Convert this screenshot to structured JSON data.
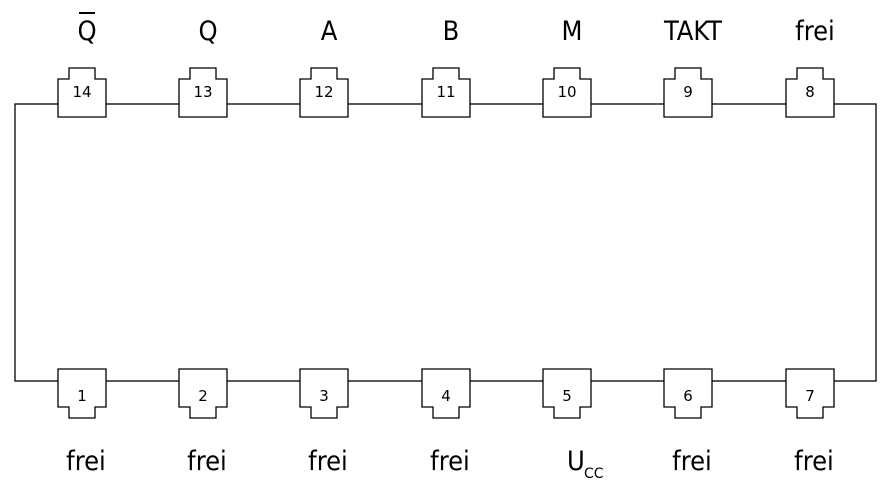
{
  "top_pins": [
    {
      "number": "14",
      "label": "Q",
      "overline": true
    },
    {
      "number": "13",
      "label": "Q",
      "overline": false
    },
    {
      "number": "12",
      "label": "A",
      "overline": false
    },
    {
      "number": "11",
      "label": "B",
      "overline": false
    },
    {
      "number": "10",
      "label": "M",
      "overline": false
    },
    {
      "number": "9",
      "label": "TAKT",
      "overline": false
    },
    {
      "number": "8",
      "label": "frei",
      "overline": false
    }
  ],
  "bottom_pins": [
    {
      "number": "1",
      "label": "frei",
      "subscript": ""
    },
    {
      "number": "2",
      "label": "frei",
      "subscript": ""
    },
    {
      "number": "3",
      "label": "frei",
      "subscript": ""
    },
    {
      "number": "4",
      "label": "frei",
      "subscript": ""
    },
    {
      "number": "5",
      "label": "U",
      "subscript": "CC"
    },
    {
      "number": "6",
      "label": "frei",
      "subscript": ""
    },
    {
      "number": "7",
      "label": "frei",
      "subscript": ""
    }
  ],
  "colors": {
    "line": "#000000",
    "background": "#ffffff"
  }
}
